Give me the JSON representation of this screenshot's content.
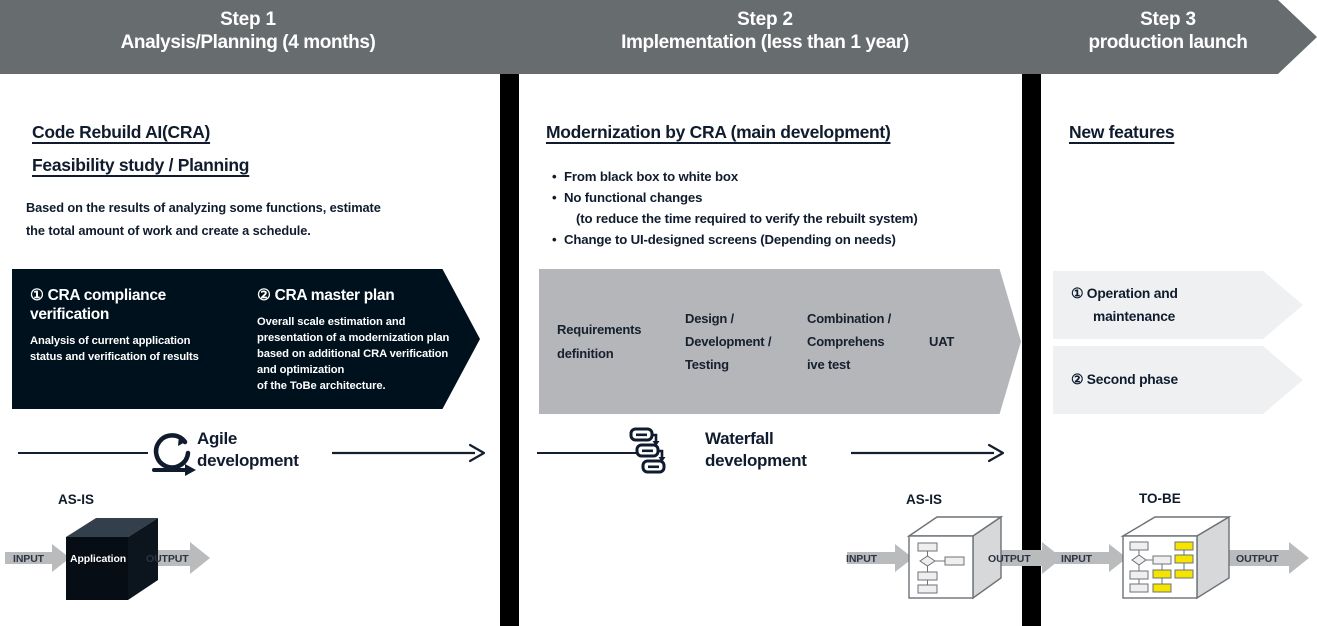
{
  "header": {
    "background_color": "#676c6f",
    "steps": [
      {
        "step": "Step 1",
        "subtitle": "Analysis/Planning (4 months)"
      },
      {
        "step": "Step 2",
        "subtitle": "Implementation (less than 1 year)"
      },
      {
        "step": "Step 3",
        "subtitle": "production launch"
      }
    ]
  },
  "step1": {
    "heading_line1": "Code Rebuild AI(CRA)",
    "heading_line2": "Feasibility study / Planning",
    "body_line1": "Based on the results of analyzing some functions, estimate",
    "body_line2": "the total amount of work and create a schedule.",
    "chevrons": [
      {
        "title": "① CRA compliance",
        "title2": "verification",
        "body": "Analysis of current application status and verification of results",
        "color": "#00111e"
      },
      {
        "title": "② CRA master plan",
        "title2": "",
        "body": "Overall scale estimation and presentation of a modernization plan based on additional CRA verification and optimization\nof the ToBe architecture.",
        "color": "#00111e"
      }
    ],
    "method": {
      "label_line1": "Agile",
      "label_line2": "development",
      "icon": "circular-arrow-icon"
    },
    "cube": {
      "label": "AS-IS",
      "input": "INPUT",
      "output": "OUTPUT",
      "inner_text": "Application",
      "style": "black-box"
    }
  },
  "step2": {
    "heading": "Modernization by CRA (main development)",
    "bullets": [
      {
        "text": "From black box to white box",
        "bullet": true
      },
      {
        "text": "No functional changes",
        "bullet": true
      },
      {
        "text": "(to reduce the time required to verify the rebuilt system)",
        "bullet": false
      },
      {
        "text": "Change to UI-designed screens (Depending on needs)",
        "bullet": true
      }
    ],
    "stages": [
      {
        "line1": "Requirements",
        "line2": "definition",
        "line3": ""
      },
      {
        "line1": "Design /",
        "line2": "Development /",
        "line3": "Testing"
      },
      {
        "line1": "Combination /",
        "line2": "Comprehens",
        "line3": "ive test"
      },
      {
        "line1": "UAT",
        "line2": "",
        "line3": ""
      }
    ],
    "stage_color": "#b4b6b9",
    "method": {
      "label_line1": "Waterfall",
      "label_line2": "development",
      "icon": "waterfall-cascade-icon"
    },
    "cube": {
      "label": "AS-IS",
      "input": "INPUT",
      "output": "OUTPUT",
      "style": "white-box-flowchart"
    }
  },
  "step3": {
    "heading": "New features",
    "bars": [
      {
        "line1": "① Operation and",
        "line2": "maintenance"
      },
      {
        "line1": "② Second phase",
        "line2": ""
      }
    ],
    "bar_color": "#eff0f1",
    "cube": {
      "label": "TO-BE",
      "input": "INPUT",
      "output": "OUTPUT",
      "style": "white-box-flowchart-highlighted",
      "highlight_color": "#f5e400"
    }
  }
}
